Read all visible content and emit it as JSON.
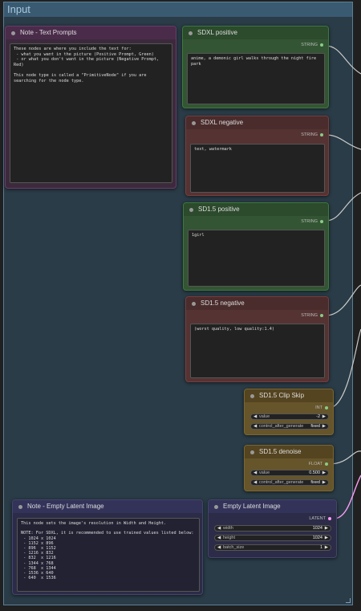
{
  "group": {
    "title": "Input"
  },
  "note_text": {
    "title": "Note - Text Prompts",
    "text": "These nodes are where you include the text for:\n - what you want in the picture (Positive Prompt, Green)\n - or what you don't want in the picture (Negative Prompt, Red)\n\nThis node type is called a \"PrimitiveNode\" if you are searching for the node type."
  },
  "sdxl_positive": {
    "title": "SDXL positive",
    "output": "STRING",
    "text": "anime, a demonic girl walks through the night fire park"
  },
  "sdxl_negative": {
    "title": "SDXL negative",
    "output": "STRING",
    "text": "text, watermark"
  },
  "sd15_positive": {
    "title": "SD1.5 positive",
    "output": "STRING",
    "text": "1girl"
  },
  "sd15_negative": {
    "title": "SD1.5 negative",
    "output": "STRING",
    "text": "(worst quality, low quality:1.4)"
  },
  "clip_skip": {
    "title": "SD1.5 Clip Skip",
    "output": "INT",
    "widgets": [
      {
        "label": "value",
        "value": "-2"
      },
      {
        "label": "control_after_generate",
        "value": "fixed"
      }
    ]
  },
  "denoise": {
    "title": "SD1.5 denoise",
    "output": "FLOAT",
    "widgets": [
      {
        "label": "value",
        "value": "0.500"
      },
      {
        "label": "control_after_generate",
        "value": "fixed"
      }
    ]
  },
  "note_latent": {
    "title": "Note - Empty Latent Image",
    "text": "This node sets the image's resolution in Width and Height.\n\nNOTE: For SDXL, it is recommended to use trained values listed below:\n - 1024 x 1024\n - 1152 x 896\n - 896  x 1152\n - 1216 x 832\n - 832  x 1216\n - 1344 x 768\n - 768  x 1344\n - 1536 x 640\n - 640  x 1536"
  },
  "empty_latent": {
    "title": "Empty Latent Image",
    "output": "LATENT",
    "widgets": [
      {
        "label": "width",
        "value": "1024"
      },
      {
        "label": "height",
        "value": "1024"
      },
      {
        "label": "batch_size",
        "value": "1"
      }
    ]
  },
  "colors": {
    "string_port": "#88cc88",
    "latent_port": "#ff9cf9",
    "wire": "#cccccc",
    "latent_wire": "#ff9cf9"
  },
  "arrows": {
    "left": "◀",
    "right": "▶"
  }
}
